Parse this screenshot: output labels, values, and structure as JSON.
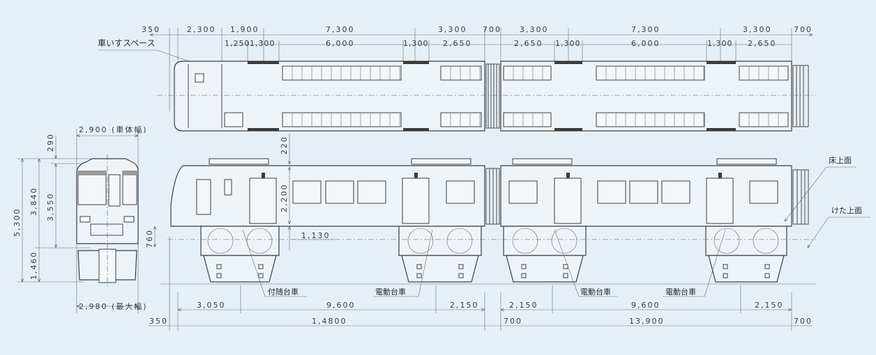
{
  "plan_view": {
    "top_dims": [
      "350",
      "2,300",
      "1,900",
      "7,300",
      "3,300",
      "700",
      "3,300",
      "7,300",
      "3,300",
      "700"
    ],
    "second_dims": [
      "1,250",
      "1,300",
      "6,000",
      "1,300",
      "2,650",
      "2,650",
      "1,300",
      "6,000",
      "1,300",
      "2,650"
    ],
    "wheelchair_label": "車いすスペース"
  },
  "front_view": {
    "body_width": "2,900 (車体幅)",
    "max_width": "2,980 (最大幅)",
    "roof_equipment": "290",
    "total_height": "5,300",
    "height_3840": "3,840",
    "height_3550": "3,550",
    "height_1460": "1,460"
  },
  "side_view": {
    "roof_gap": "220",
    "door_height": "2,200",
    "floor_height": "1,130",
    "coupler_height": "760",
    "floor_surface": "床上面",
    "girder_surface": "けた上面",
    "bogies": [
      "付随台車",
      "電動台車",
      "電動台車",
      "電動台車"
    ],
    "bogie_dims": [
      "3,050",
      "9,600",
      "2,150",
      "2,150",
      "9,600",
      "2,150"
    ],
    "length_dims": [
      "350",
      "1,4800",
      "700",
      "13,900",
      "700"
    ]
  }
}
